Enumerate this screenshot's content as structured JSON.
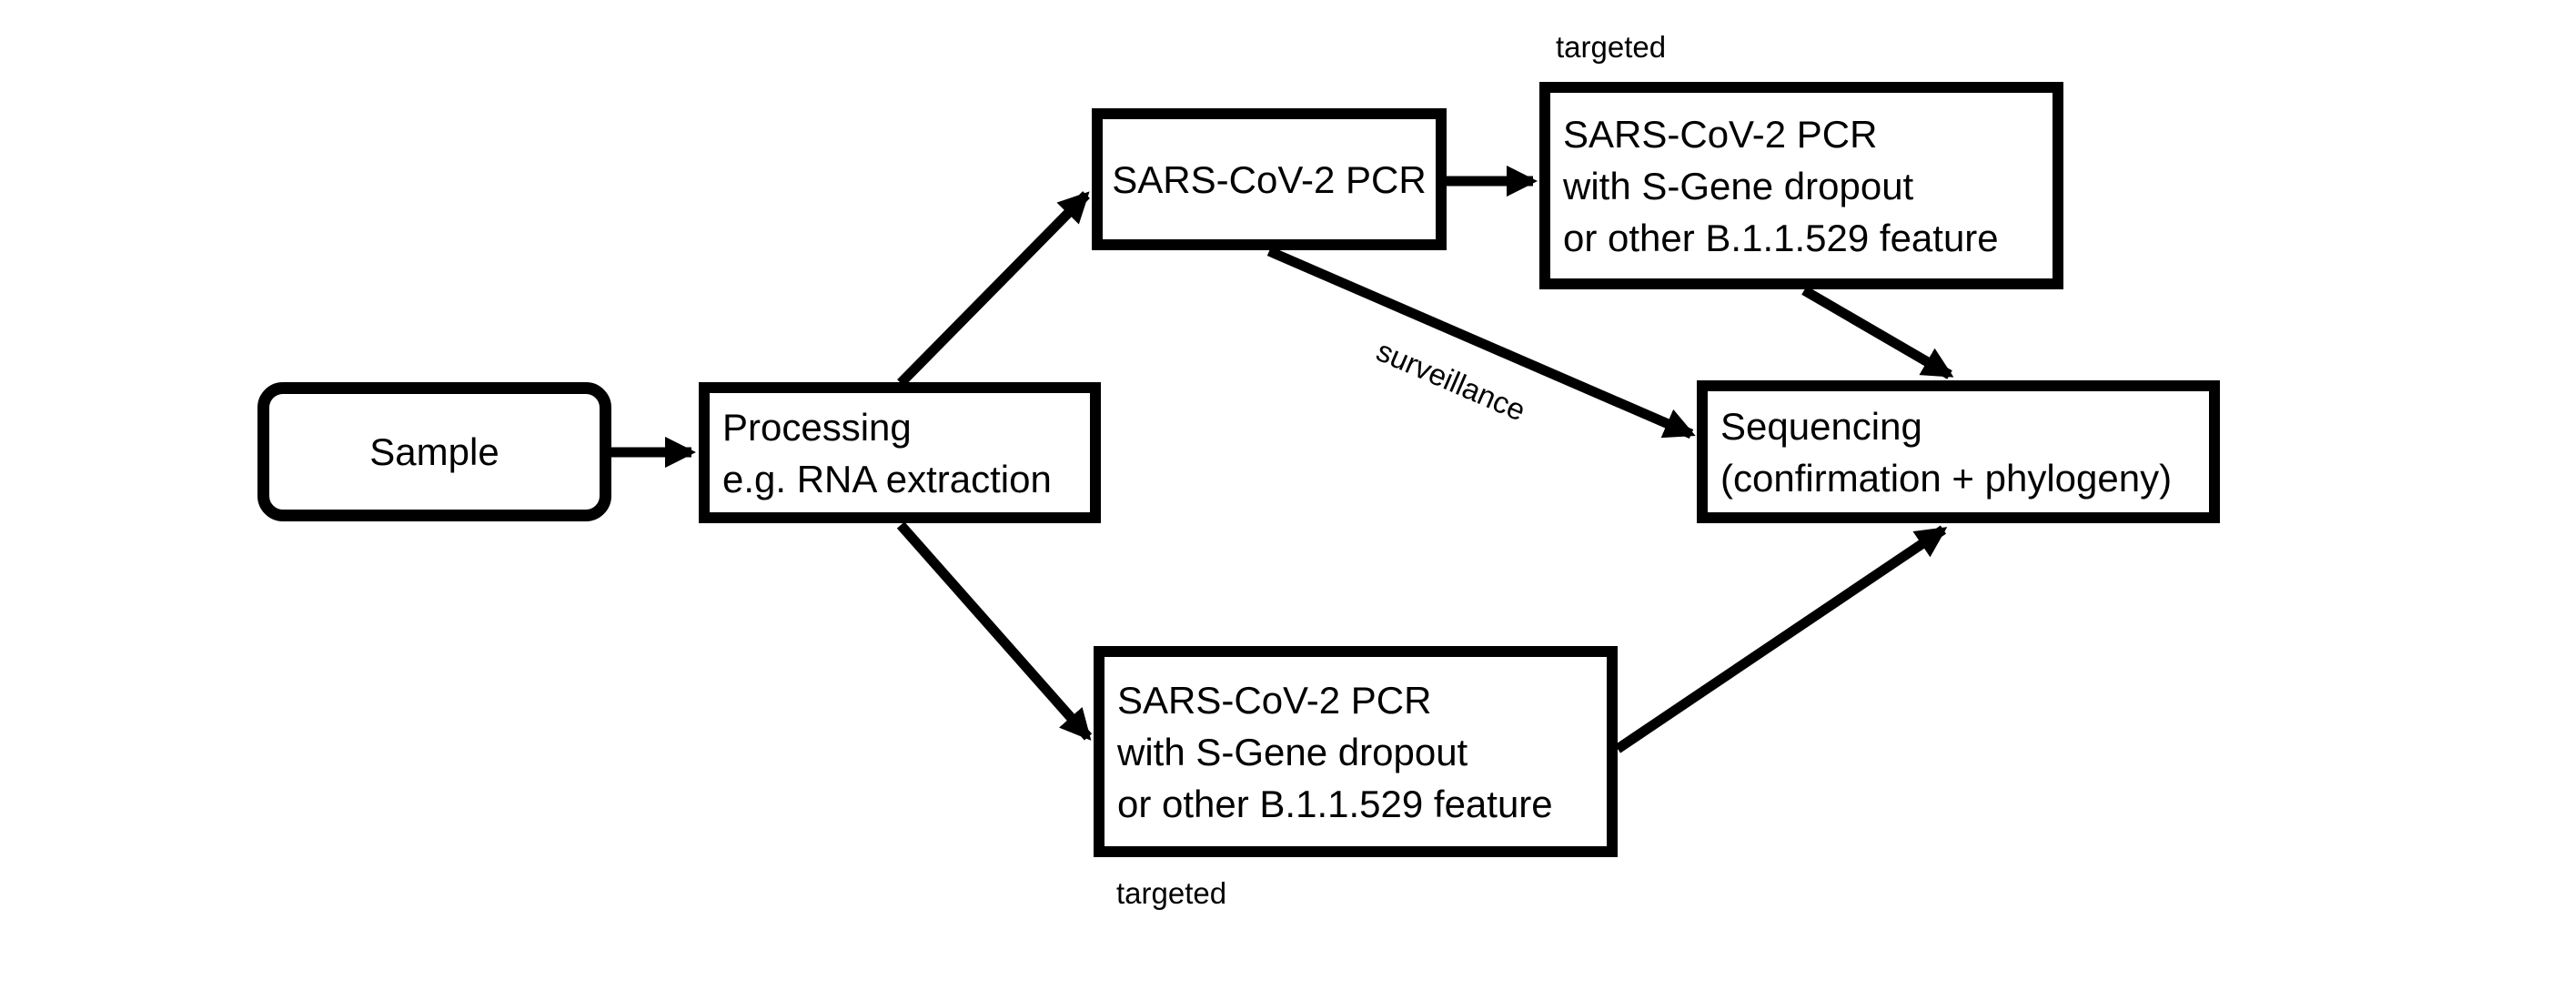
{
  "diagram": {
    "background_color": "#ffffff",
    "line_color": "#000000",
    "nodes": {
      "sample": {
        "label": "Sample",
        "shape": "rounded-rectangle"
      },
      "processing": {
        "line1": "Processing",
        "line2": "e.g. RNA extraction",
        "shape": "rectangle"
      },
      "pcr": {
        "label": "SARS-CoV-2 PCR",
        "shape": "rectangle"
      },
      "dropout_top": {
        "line1": "SARS-CoV-2 PCR",
        "line2": "with S-Gene dropout",
        "line3": "or other B.1.1.529 feature",
        "annotation": "targeted",
        "shape": "rectangle"
      },
      "sequencing": {
        "line1": "Sequencing",
        "line2": "(confirmation + phylogeny)",
        "shape": "rectangle"
      },
      "dropout_bottom": {
        "line1": "SARS-CoV-2 PCR",
        "line2": "with S-Gene dropout",
        "line3": "or other B.1.1.529 feature",
        "annotation": "targeted",
        "shape": "rectangle"
      }
    },
    "edge_labels": {
      "surveillance": "surveillance"
    },
    "edges": [
      {
        "from": "sample",
        "to": "processing"
      },
      {
        "from": "processing",
        "to": "pcr"
      },
      {
        "from": "pcr",
        "to": "dropout_top"
      },
      {
        "from": "pcr",
        "to": "sequencing",
        "label": "surveillance"
      },
      {
        "from": "dropout_top",
        "to": "sequencing"
      },
      {
        "from": "processing",
        "to": "dropout_bottom"
      },
      {
        "from": "dropout_bottom",
        "to": "sequencing"
      }
    ]
  }
}
